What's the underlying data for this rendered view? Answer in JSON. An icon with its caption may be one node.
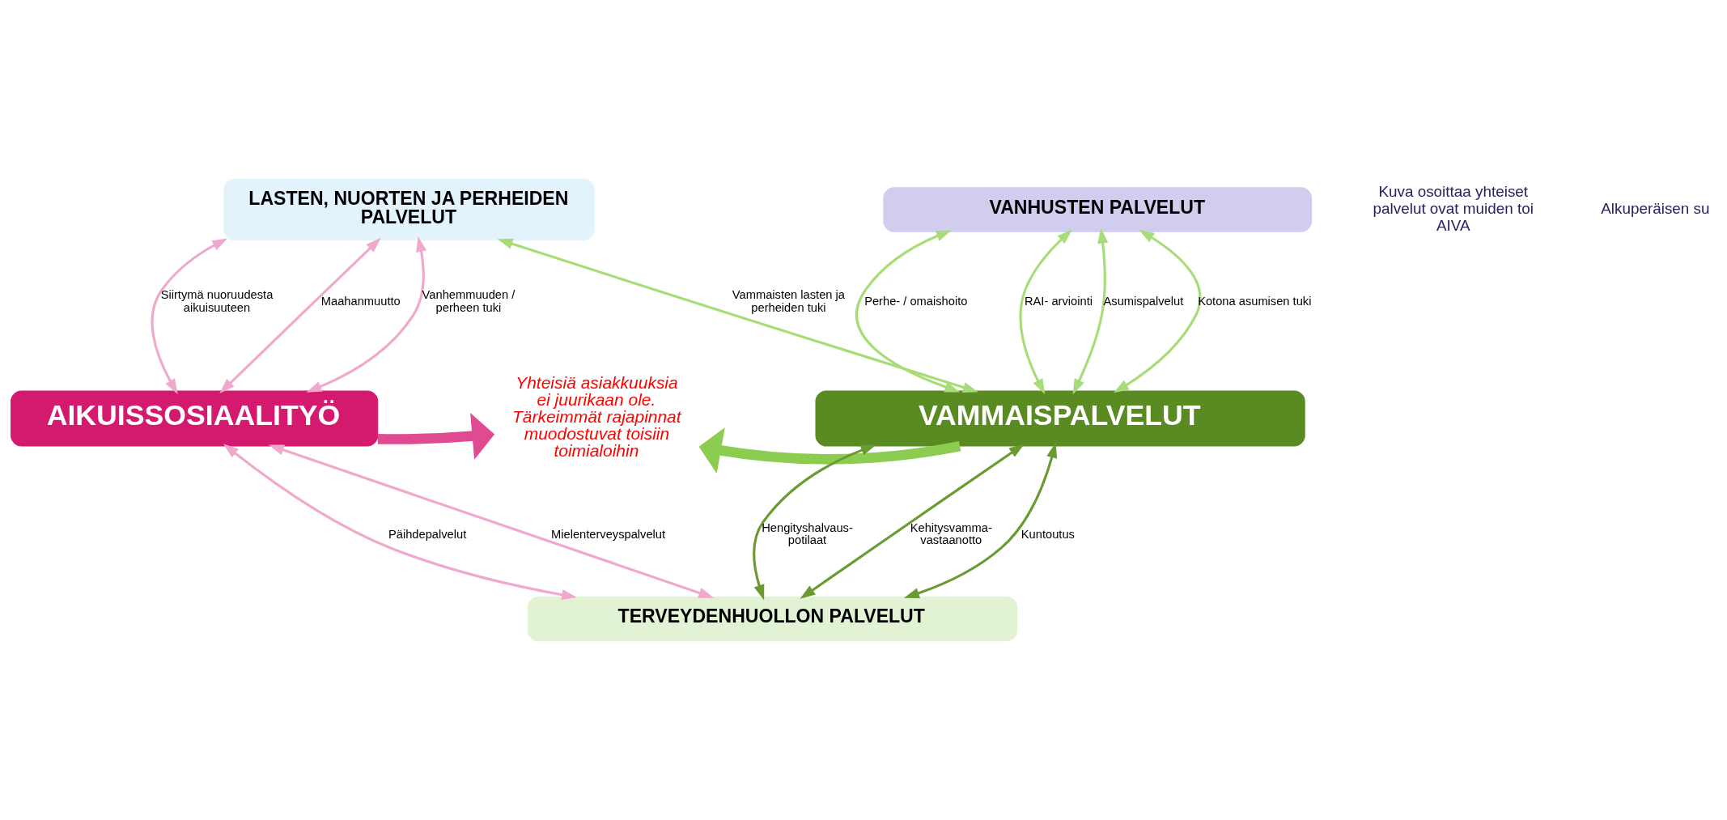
{
  "diagram": {
    "nodes": [
      {
        "text": [
          "LASTEN, NUORTEN JA PERHEIDEN PALVELUT"
        ]
      },
      {
        "text": [
          "VANHUSTEN PALVELUT"
        ]
      },
      {
        "text": [
          "AIKUISSOSIAALITYÖ"
        ]
      },
      {
        "text": [
          "Yhteisiä asiakkuuksia ei juurikaan ole. Tärkeimmät rajapinnat muodostuvat toisiin toimialoihin"
        ]
      },
      {
        "text": [
          "VAMMAISPALVELUT"
        ]
      },
      {
        "text": [
          "TERVEYDENHUOLLON PALVELUT"
        ]
      }
    ],
    "edges": [
      {
        "from": 0,
        "to": 2,
        "arrow": "both",
        "label": "Siirtymä nuoruudesta aikuisuuteen",
        "color": "#f0a8cc"
      },
      {
        "from": 0,
        "to": 2,
        "arrow": "both",
        "label": "Maahanmuutto",
        "color": "#f0a8cc"
      },
      {
        "from": 0,
        "to": 2,
        "arrow": "both",
        "label": "Vanhemmuuden / perheen tuki",
        "color": "#f0a8cc"
      },
      {
        "from": 0,
        "to": 4,
        "arrow": "both",
        "label": "Vammaisten lasten ja perheiden tuki",
        "color": "#a8dc78"
      },
      {
        "from": 1,
        "to": 4,
        "arrow": "both",
        "label": "Perhe- / omaishoito",
        "color": "#a8dc78"
      },
      {
        "from": 1,
        "to": 4,
        "arrow": "both",
        "label": "RAI- arviointi",
        "color": "#a8dc78"
      },
      {
        "from": 1,
        "to": 4,
        "arrow": "both",
        "label": "Asumispalvelut",
        "color": "#a8dc78"
      },
      {
        "from": 1,
        "to": 4,
        "arrow": "both",
        "label": "Kotona asumisen tuki",
        "color": "#a8dc78"
      },
      {
        "from": 2,
        "to": 5,
        "arrow": "both",
        "label": "Päihdepalvelut",
        "color": "#f0a8cc"
      },
      {
        "from": 2,
        "to": 5,
        "arrow": "both",
        "label": "Mielenterveyspalvelut",
        "color": "#f0a8cc"
      },
      {
        "from": 4,
        "to": 5,
        "arrow": "both",
        "label": "Hengityshalvaus- potilaat",
        "color": "#6a9a32"
      },
      {
        "from": 4,
        "to": 5,
        "arrow": "both",
        "label": "Kehitysvamma- vastaanotto",
        "color": "#6a9a32"
      },
      {
        "from": 4,
        "to": 5,
        "arrow": "both",
        "label": "Kuntoutus",
        "color": "#6a9a32"
      },
      {
        "from": 2,
        "to": 3,
        "arrow": "to",
        "style": "thick",
        "color": "#e04a90"
      },
      {
        "from": 4,
        "to": 3,
        "arrow": "to",
        "style": "thick",
        "color": "#8ccc50"
      }
    ],
    "labels": [
      "Kuva osoittaa yhteiset palvelut ovat muiden toi AIVA",
      "Alkuperäisen su"
    ]
  }
}
